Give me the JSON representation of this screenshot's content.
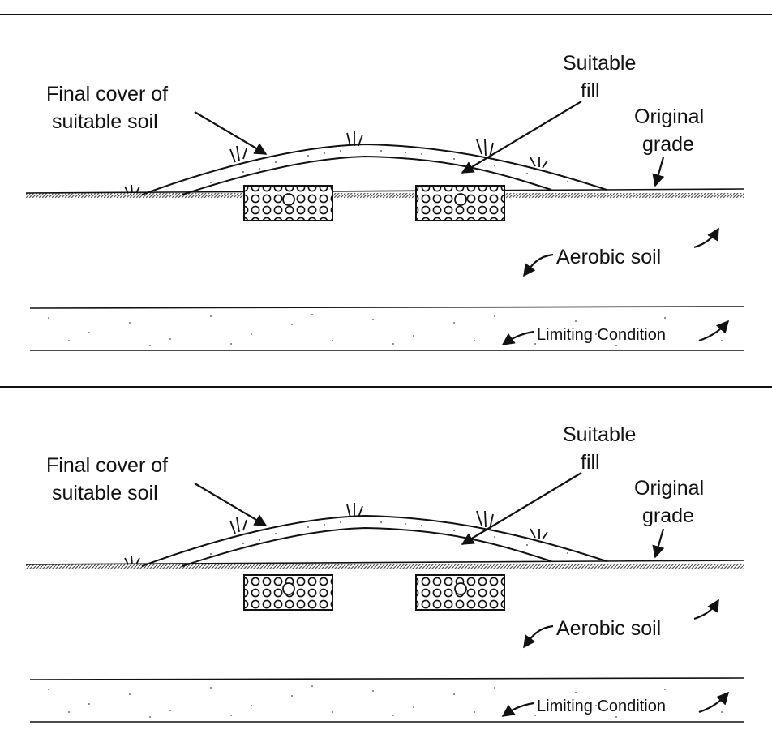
{
  "panels": [
    {
      "labels": {
        "final_cover_line1": "Final  cover of",
        "final_cover_line2": "suitable  soil",
        "suitable_fill_line1": "Suitable",
        "suitable_fill_line2": "fill",
        "original_grade_line1": "Original",
        "original_grade_line2": "grade",
        "aerobic_soil": "Aerobic soil",
        "limiting_condition": "Limiting Condition"
      }
    },
    {
      "labels": {
        "final_cover_line1": "Final  cover of",
        "final_cover_line2": "suitable  soil",
        "suitable_fill_line1": "Suitable",
        "suitable_fill_line2": "fill",
        "original_grade_line1": "Original",
        "original_grade_line2": "grade",
        "aerobic_soil": "Aerobic soil",
        "limiting_condition": "Limiting Condition"
      }
    }
  ],
  "colors": {
    "ink": "#111111",
    "grade_hatch": "#555555",
    "paper": "#ffffff"
  },
  "icons": {
    "grass_tuft": "grass-tuft-icon",
    "curved_arrow": "curved-arrow-icon",
    "gravel_trench": "gravel-trench-icon"
  }
}
